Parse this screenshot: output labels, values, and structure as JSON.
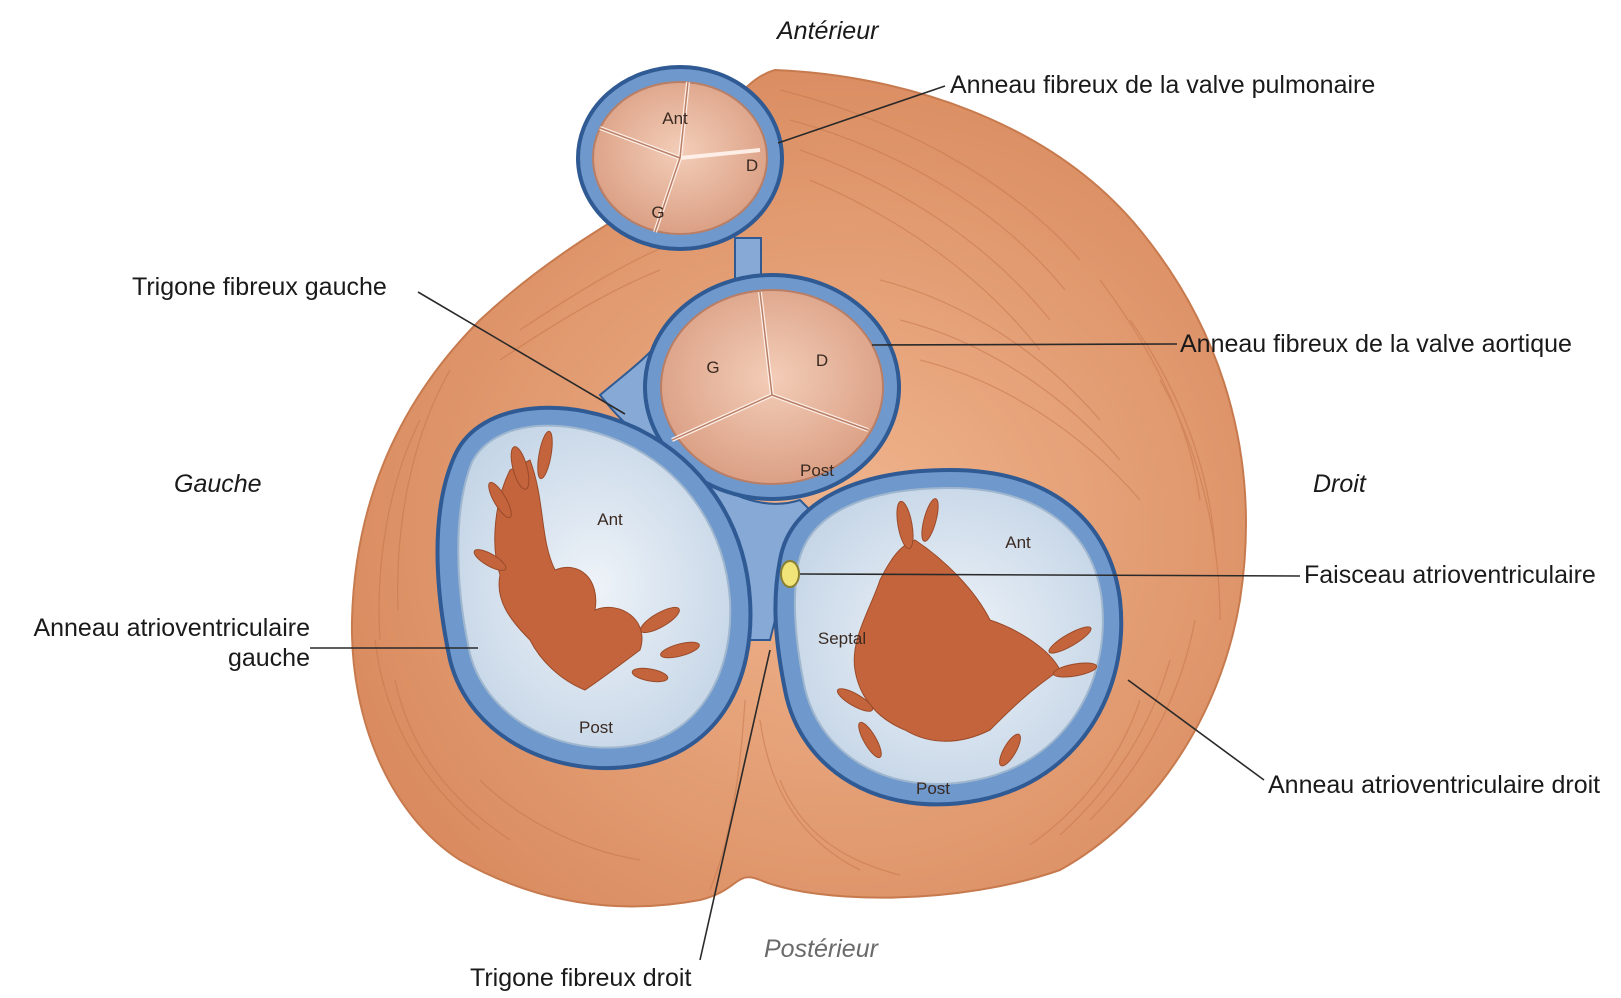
{
  "orientation": {
    "anterior": "Antérieur",
    "posterior": "Postérieur",
    "left": "Gauche",
    "right": "Droit"
  },
  "labels": {
    "pulmonary_ring": "Anneau fibreux de la valve pulmonaire",
    "aortic_ring": "Anneau fibreux de la valve aortique",
    "left_trigone": "Trigone fibreux gauche",
    "right_trigone": "Trigone fibreux droit",
    "av_bundle": "Faisceau atrioventriculaire",
    "left_av_ring_line1": "Anneau atrioventriculaire",
    "left_av_ring_line2": "gauche",
    "right_av_ring": "Anneau atrioventriculaire droit"
  },
  "cusps": {
    "pulmonary": {
      "ant": "Ant",
      "right": "D",
      "left": "G"
    },
    "aortic": {
      "left": "G",
      "right": "D",
      "post": "Post"
    },
    "mitral": {
      "ant": "Ant",
      "post": "Post"
    },
    "tricuspid": {
      "ant": "Ant",
      "septal": "Septal",
      "post": "Post"
    }
  },
  "colors": {
    "myocardium": "#e9a277",
    "fibrous_ring": "#6f98cc",
    "ring_outline": "#2f5a93",
    "valve_leaflet": "#e8b49c",
    "av_orifice": "#dfe8f1",
    "papillary": "#c4643c"
  }
}
